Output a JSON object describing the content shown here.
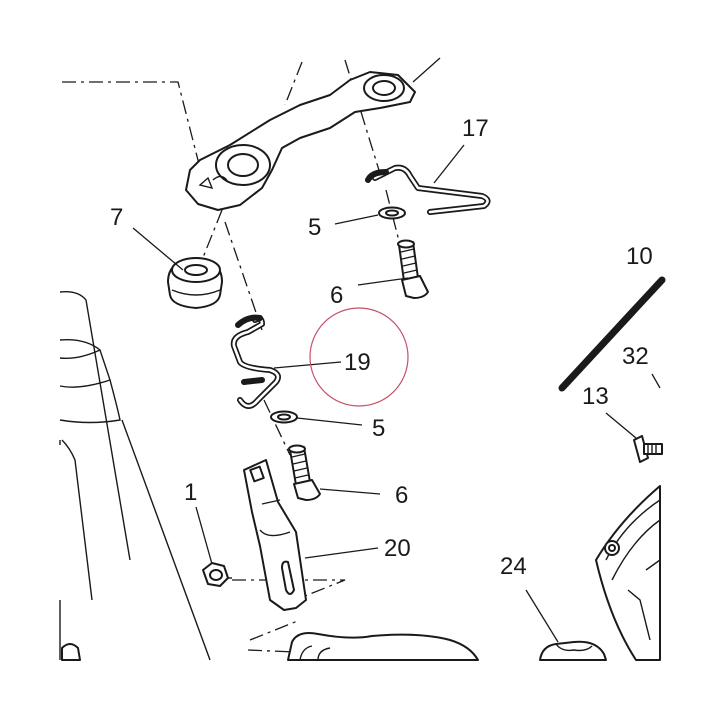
{
  "diagram": {
    "callouts": [
      {
        "id": "17",
        "label": "17"
      },
      {
        "id": "7",
        "label": "7"
      },
      {
        "id": "5a",
        "label": "5"
      },
      {
        "id": "6a",
        "label": "6"
      },
      {
        "id": "10",
        "label": "10"
      },
      {
        "id": "32",
        "label": "32"
      },
      {
        "id": "19",
        "label": "19"
      },
      {
        "id": "13",
        "label": "13"
      },
      {
        "id": "5b",
        "label": "5"
      },
      {
        "id": "6b",
        "label": "6"
      },
      {
        "id": "1",
        "label": "1"
      },
      {
        "id": "20",
        "label": "20"
      },
      {
        "id": "24",
        "label": "24"
      }
    ],
    "highlight": {
      "target": "19",
      "color": "#c8506a"
    },
    "line_color": "#1a1a1a"
  }
}
